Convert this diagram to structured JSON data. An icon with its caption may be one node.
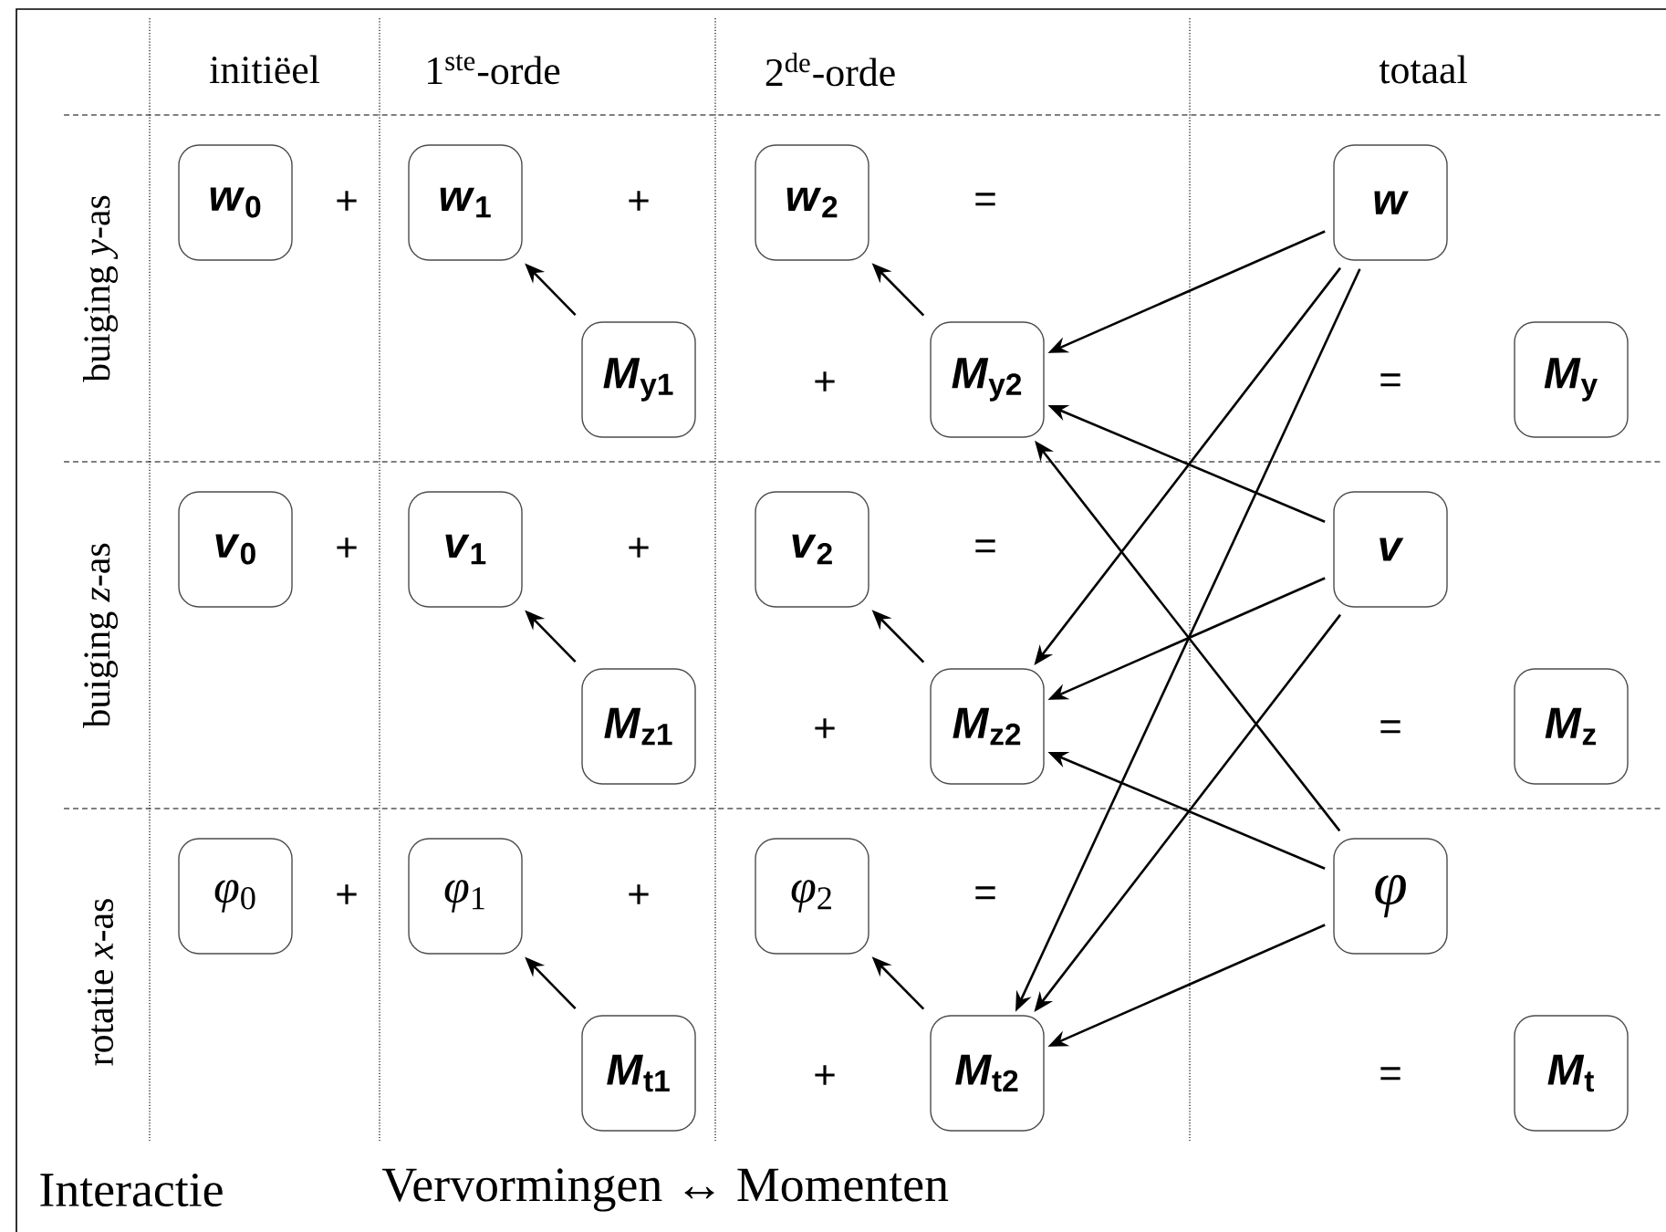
{
  "diagram": {
    "nodes": [
      {
        "text": [
          "*w*$_{0}$"
        ]
      },
      {
        "text": [
          "*w*$_{1}$"
        ]
      },
      {
        "text": [
          "*w*$_{2}$"
        ]
      },
      {
        "text": [
          "*w*"
        ]
      },
      {
        "text": [
          "*M*$_{y1}$"
        ]
      },
      {
        "text": [
          "*M*$_{y2}$"
        ]
      },
      {
        "text": [
          "*M*$_{y}$"
        ]
      },
      {
        "text": [
          "*v*$_{0}$"
        ]
      },
      {
        "text": [
          "*v*$_{1}$"
        ]
      },
      {
        "text": [
          "*v*$_{2}$"
        ]
      },
      {
        "text": [
          "*v*"
        ]
      },
      {
        "text": [
          "*M*$_{z1}$"
        ]
      },
      {
        "text": [
          "*M*$_{z2}$"
        ]
      },
      {
        "text": [
          "*M*$_{z}$"
        ]
      },
      {
        "text": [
          "*φ*$_{0}$"
        ]
      },
      {
        "text": [
          "*φ*$_{1}$"
        ]
      },
      {
        "text": [
          "*φ*$_{2}$"
        ]
      },
      {
        "text": [
          "*φ*"
        ]
      },
      {
        "text": [
          "*M*$_{t1}$"
        ]
      },
      {
        "text": [
          "*M*$_{t2}$"
        ]
      },
      {
        "text": [
          "*M*$_{t}$"
        ]
      }
    ],
    "edges": [
      {
        "from": 4,
        "to": 1,
        "arrow": "to"
      },
      {
        "from": 5,
        "to": 2,
        "arrow": "to"
      },
      {
        "from": 11,
        "to": 8,
        "arrow": "to"
      },
      {
        "from": 12,
        "to": 9,
        "arrow": "to"
      },
      {
        "from": 18,
        "to": 15,
        "arrow": "to"
      },
      {
        "from": 19,
        "to": 16,
        "arrow": "to"
      },
      {
        "from": 3,
        "to": 5,
        "arrow": "to"
      },
      {
        "from": 3,
        "to": 12,
        "arrow": "to"
      },
      {
        "from": 3,
        "to": 19,
        "arrow": "to"
      },
      {
        "from": 10,
        "to": 5,
        "arrow": "to"
      },
      {
        "from": 10,
        "to": 12,
        "arrow": "to"
      },
      {
        "from": 10,
        "to": 19,
        "arrow": "to"
      },
      {
        "from": 17,
        "to": 5,
        "arrow": "to"
      },
      {
        "from": 17,
        "to": 12,
        "arrow": "to"
      },
      {
        "from": 17,
        "to": 19,
        "arrow": "to"
      }
    ],
    "labels": [
      "initiëel",
      "1$^{ste}$-orde",
      "2$^{de}$-orde",
      "totaal",
      "buiging *y*-as",
      "+",
      "+",
      "=",
      "+",
      "=",
      "buiging *z*-as",
      "+",
      "+",
      "=",
      "+",
      "=",
      "rotatie *x*-as",
      "+",
      "+",
      "=",
      "+",
      "=",
      "Interactie",
      "Vervormingen ↔ Momenten"
    ]
  }
}
